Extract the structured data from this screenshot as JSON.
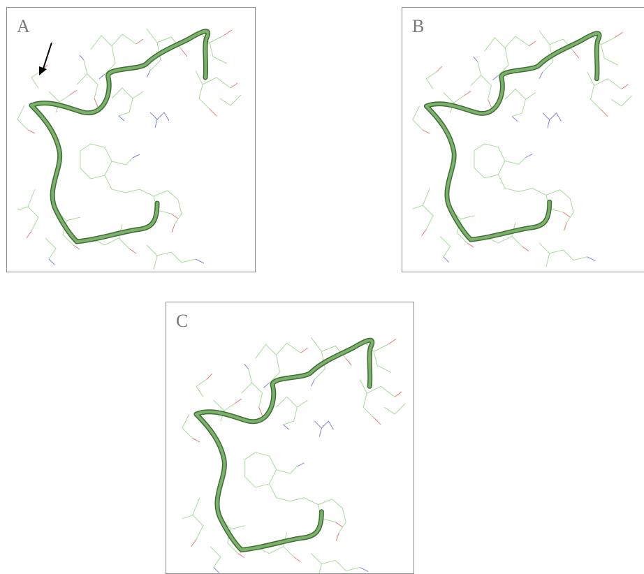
{
  "panels": [
    {
      "id": "A",
      "label": "A",
      "has_arrow": true
    },
    {
      "id": "B",
      "label": "B",
      "has_arrow": false
    },
    {
      "id": "C",
      "label": "C",
      "has_arrow": false
    }
  ],
  "colors": {
    "backbone": "#6fa05e",
    "backbone_dark": "#3f6b36",
    "stick_carbon": "#9bd88f",
    "stick_oxygen": "#e57a7a",
    "stick_nitrogen": "#7a86d8",
    "panel_border": "#8a8a8a",
    "label": "#7a7a7a",
    "arrow": "#000000"
  },
  "icons": {
    "arrow": "arrow-pointer-icon"
  }
}
